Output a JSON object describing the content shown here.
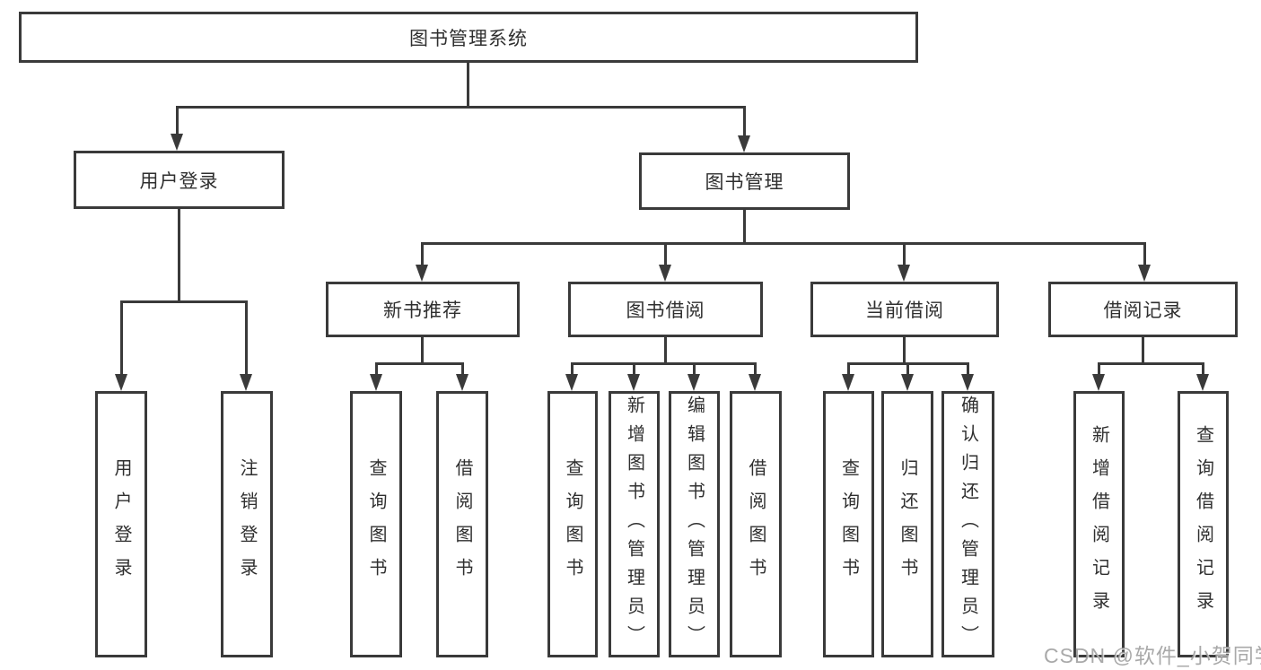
{
  "diagram": {
    "root": {
      "label": "图书管理系统"
    },
    "level2": [
      {
        "label": "用户登录"
      },
      {
        "label": "图书管理"
      }
    ],
    "level3": [
      {
        "label": "新书推荐",
        "parent": "图书管理"
      },
      {
        "label": "图书借阅",
        "parent": "图书管理"
      },
      {
        "label": "当前借阅",
        "parent": "图书管理"
      },
      {
        "label": "借阅记录",
        "parent": "图书管理"
      }
    ],
    "leaves": [
      {
        "label": "用户登录",
        "parent": "用户登录"
      },
      {
        "label": "注销登录",
        "parent": "用户登录"
      },
      {
        "label": "查询图书",
        "parent": "新书推荐"
      },
      {
        "label": "借阅图书",
        "parent": "新书推荐"
      },
      {
        "label": "查询图书",
        "parent": "图书借阅"
      },
      {
        "label": "新增图书（管理员）",
        "parent": "图书借阅"
      },
      {
        "label": "编辑图书（管理员）",
        "parent": "图书借阅"
      },
      {
        "label": "借阅图书",
        "parent": "图书借阅"
      },
      {
        "label": "查询图书",
        "parent": "当前借阅"
      },
      {
        "label": "归还图书",
        "parent": "当前借阅"
      },
      {
        "label": "确认归还（管理员）",
        "parent": "当前借阅"
      },
      {
        "label": "新增借阅记录",
        "parent": "借阅记录"
      },
      {
        "label": "查询借阅记录",
        "parent": "借阅记录"
      }
    ]
  },
  "watermark": {
    "text": "CSDN @软件_小贺同学"
  },
  "colors": {
    "line": "#3a3a3a",
    "text": "#2f2f2f",
    "background": "#ffffff",
    "watermark": "#9a9a9a"
  }
}
